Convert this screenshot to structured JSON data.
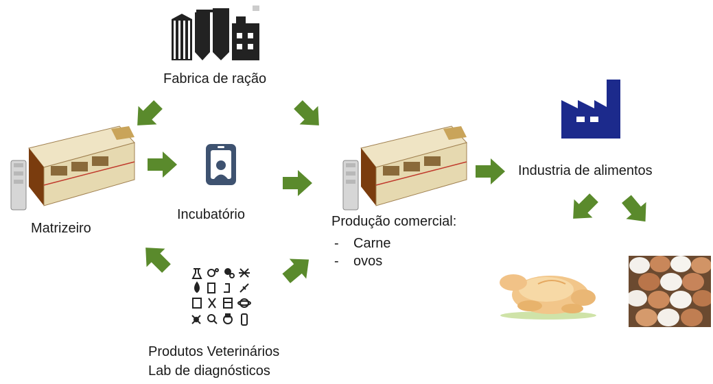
{
  "colors": {
    "arrow": "#5a8a2c",
    "factory": "#1c2a8c",
    "incubator": "#3e5270",
    "barn_roof": "#efe4c4",
    "barn_wall": "#7a3c0e"
  },
  "nodes": {
    "feed_mill": {
      "label": "Fabrica de ração",
      "icon": "feed-mill-icon"
    },
    "breeder_farm": {
      "label": "Matrizeiro",
      "icon": "poultry-barn-icon"
    },
    "hatchery": {
      "label": "Incubatório",
      "icon": "incubator-icon"
    },
    "commercial": {
      "label": "Produção comercial:",
      "items": [
        "Carne",
        "ovos"
      ],
      "icon": "poultry-barn-icon"
    },
    "vet": {
      "line1": "Produtos Veterinários",
      "line2": "Lab de diagnósticos",
      "icon": "veterinary-lab-icons"
    },
    "food_industry": {
      "label": "Industria de alimentos",
      "icon": "factory-icon"
    },
    "products": {
      "chicken_icon": "roast-chicken-image",
      "eggs_icon": "eggs-image"
    }
  }
}
